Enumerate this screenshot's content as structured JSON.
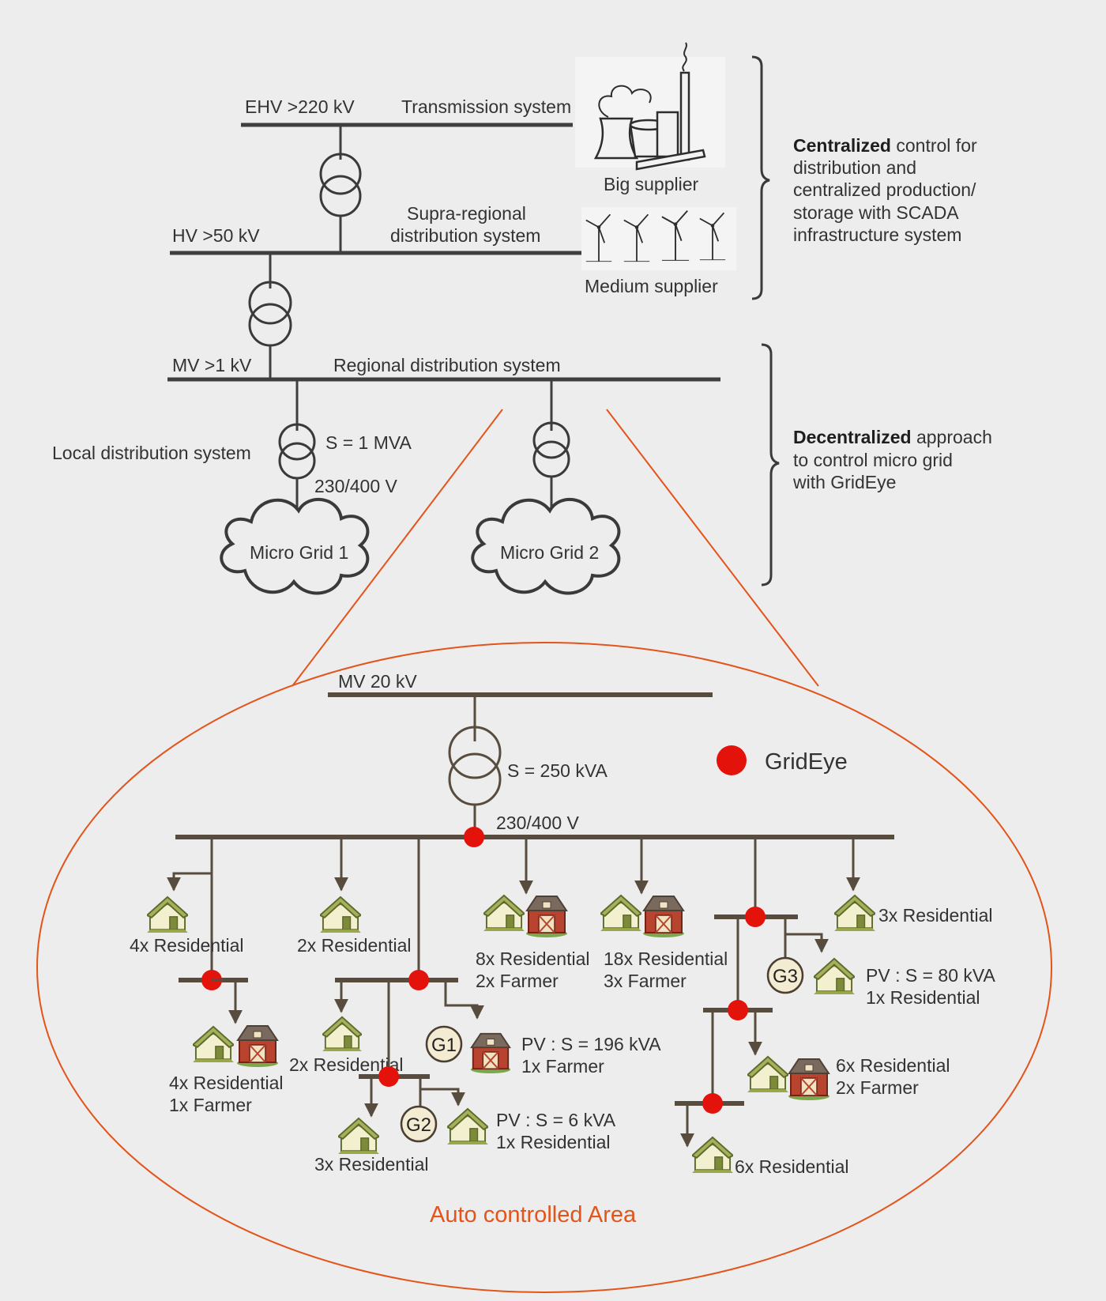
{
  "top": {
    "ehv_label": "EHV >220 kV",
    "transmission_label": "Transmission system",
    "big_supplier_label": "Big supplier",
    "hv_label": "HV >50 kV",
    "supra_regional_line1": "Supra-regional",
    "supra_regional_line2": "distribution system",
    "medium_supplier_label": "Medium supplier",
    "mv_label": "MV >1 kV",
    "regional_label": "Regional distribution system",
    "local_label": "Local distribution system",
    "s_1mva_label": "S = 1 MVA",
    "v_230_400_label": "230/400 V",
    "micro_grid_1_label": "Micro Grid 1",
    "micro_grid_2_label": "Micro Grid 2"
  },
  "side": {
    "centralized_bold": "Centralized",
    "centralized_rest": " control for",
    "centralized_lines": [
      "distribution and",
      "centralized production/",
      "storage with SCADA",
      "infrastructure system"
    ],
    "decentralized_bold": "Decentralized",
    "decentralized_rest": " approach",
    "decentralized_lines": [
      "to control micro grid",
      "with GridEye"
    ]
  },
  "bottom": {
    "mv_label": "MV 20 kV",
    "s_250_label": "S = 250 kVA",
    "v_230_400_label": "230/400 V",
    "legend_label": "GridEye",
    "area_label": "Auto controlled Area",
    "generators": [
      "G1",
      "G2",
      "G3"
    ],
    "loads": {
      "a_4x_res": "4x Residential",
      "b_2x_res": "2x Residential",
      "c_line1": "8x Residential",
      "c_line2": "2x Farmer",
      "d_line1": "18x Residential",
      "d_line2": "3x Farmer",
      "e_3x_res": "3x Residential",
      "f_line1": "4x Residential",
      "f_line2": "1x Farmer",
      "g_2x_res": "2x Residential",
      "h_line1": "PV : S = 196 kVA",
      "h_line2": "1x Farmer",
      "i_3x_res": "3x Residential",
      "j_line1": "PV : S = 6 kVA",
      "j_line2": "1x Residential",
      "k_line1": "PV : S = 80 kVA",
      "k_line2": "1x Residential",
      "l_line1": "6x Residential",
      "l_line2": "2x Farmer",
      "m_6x_res": "6x Residential"
    }
  },
  "colors": {
    "background": "#ededed",
    "top_lines": "#3f3f3f",
    "bottom_lines": "#574c3e",
    "orange": "#e3541a",
    "grideye_red": "#e3120b",
    "house_body": "#f3f0cf",
    "house_roof": "#a5b15a",
    "barn_red": "#b8432f"
  }
}
